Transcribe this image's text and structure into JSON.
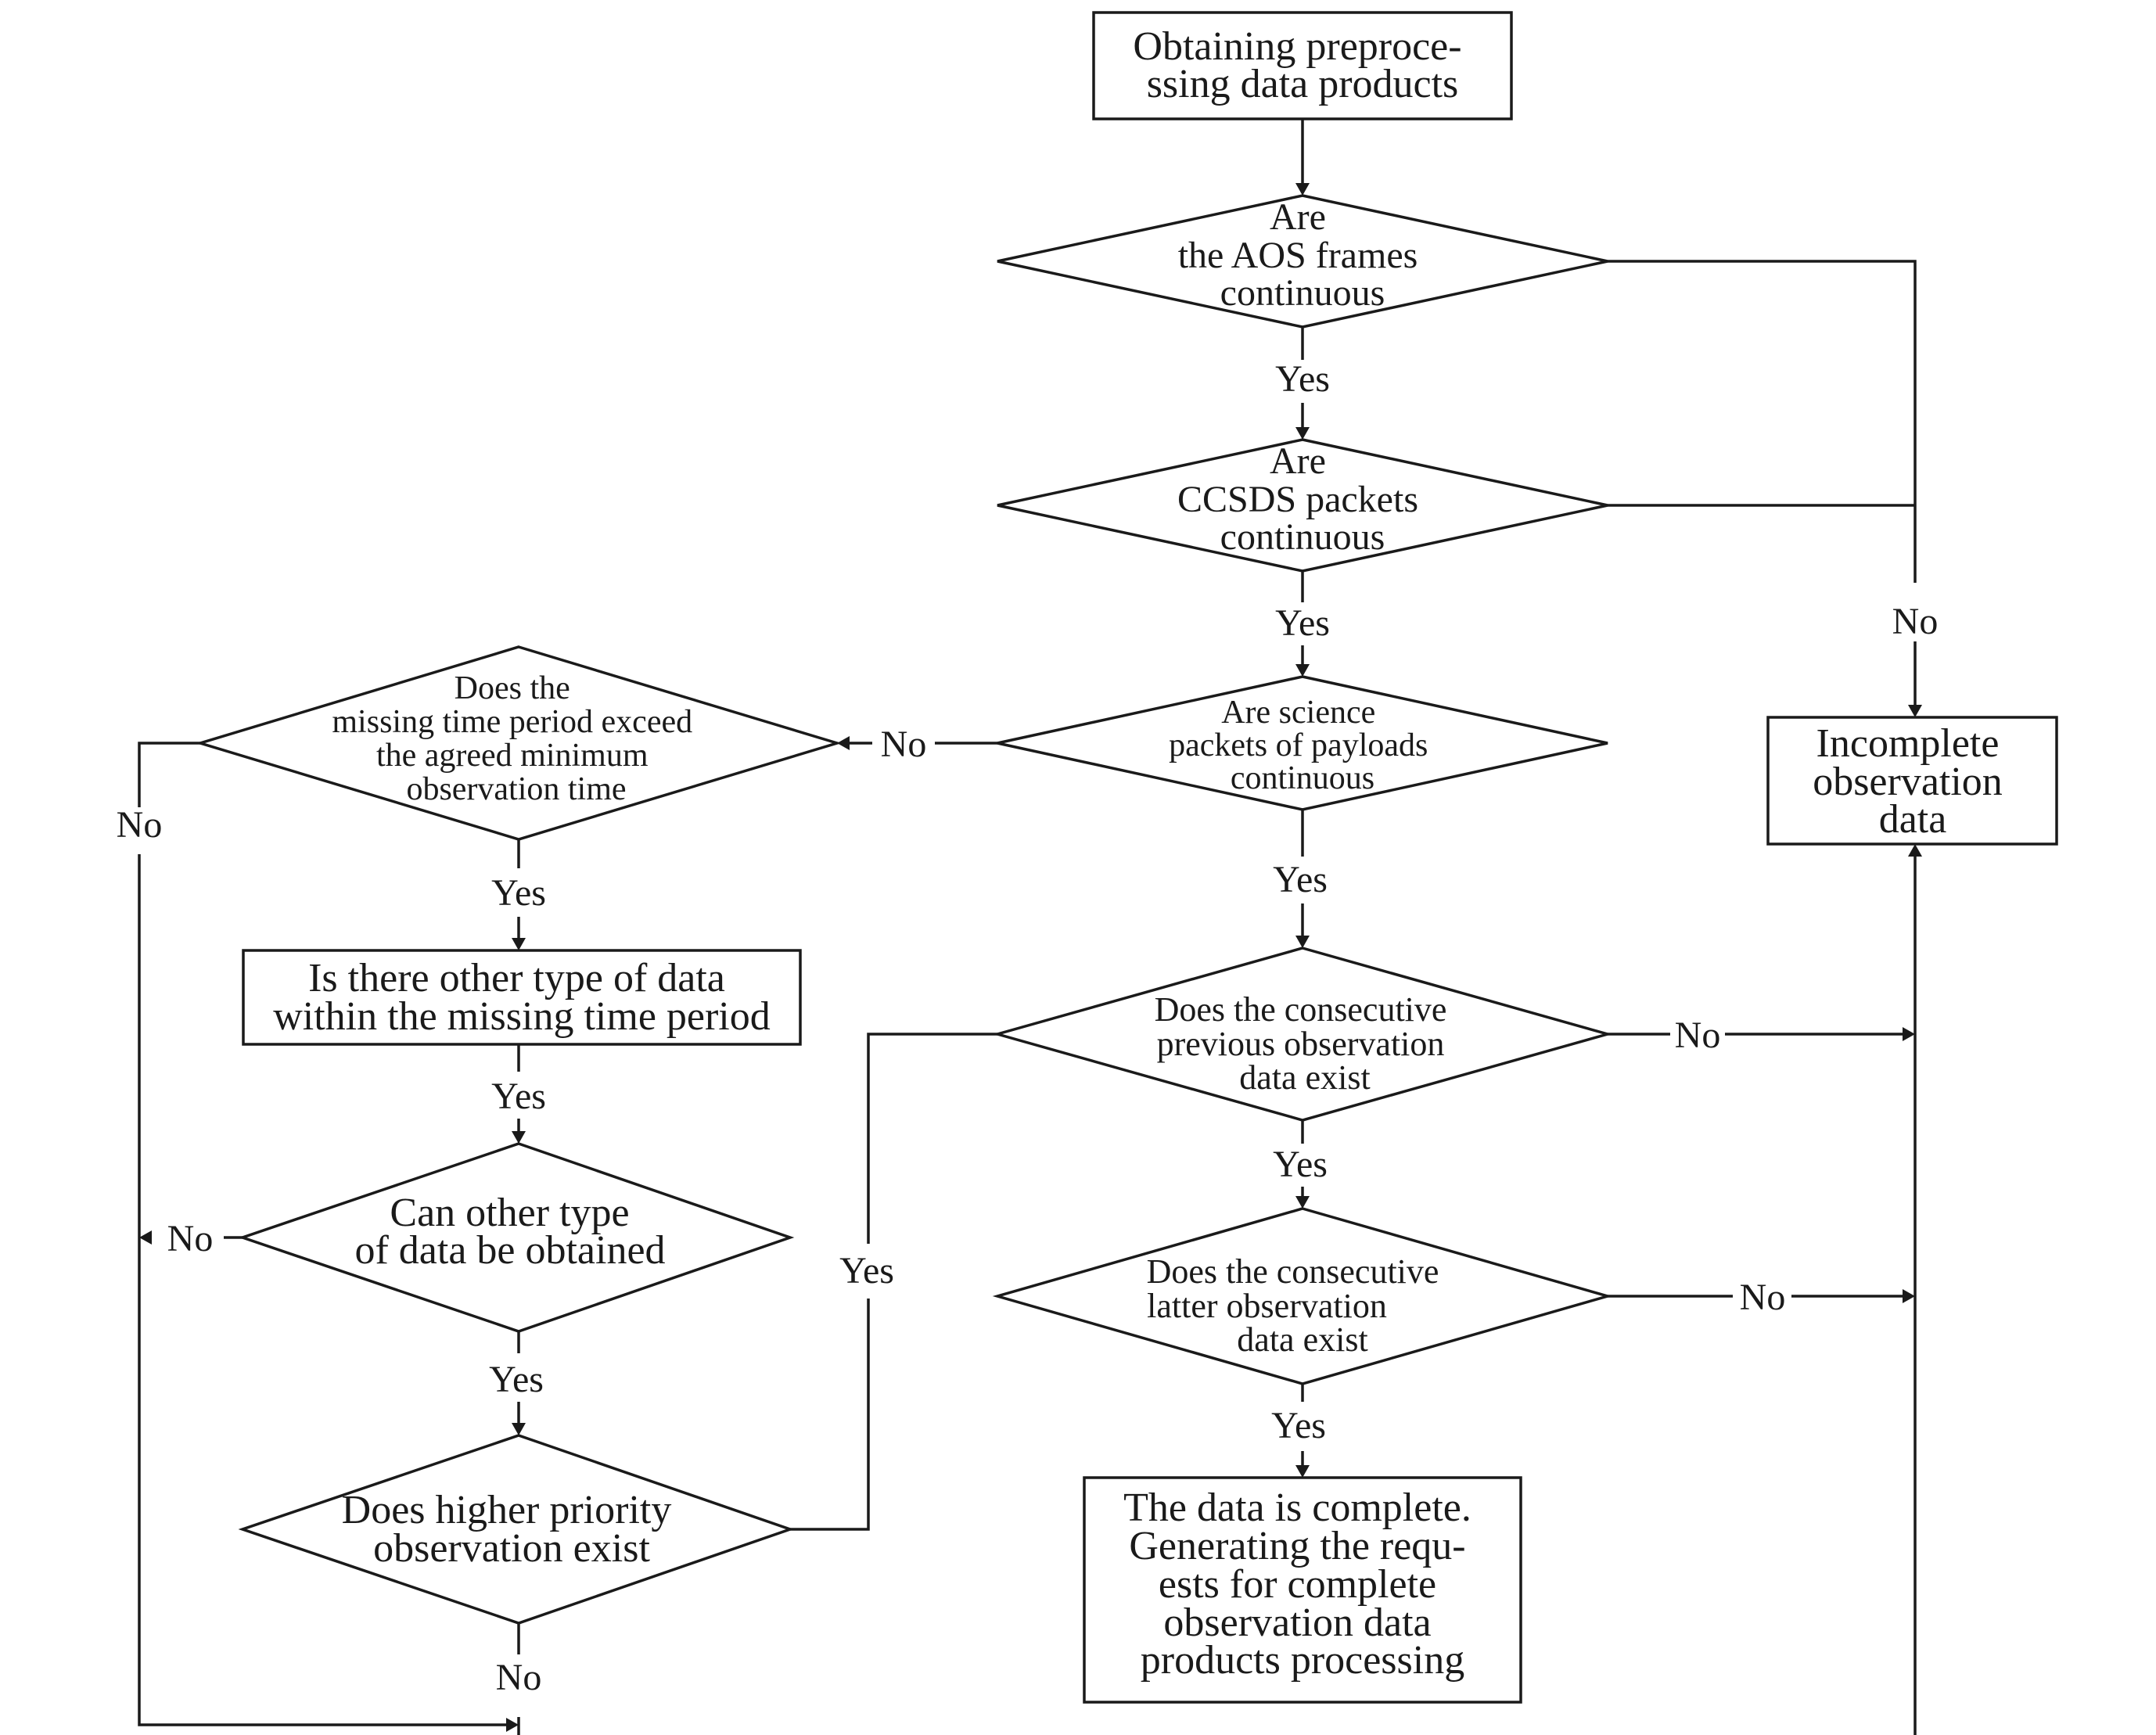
{
  "nodes": {
    "start": {
      "lines": [
        "Obtaining preproce-",
        "ssing data products"
      ]
    },
    "aos_check": {
      "lines": [
        "Are",
        "the AOS frames",
        "continuous"
      ]
    },
    "ccsds_check": {
      "lines": [
        "Are",
        "CCSDS packets",
        "continuous"
      ]
    },
    "science_check": {
      "lines": [
        "Are science",
        "packets of payloads",
        "continuous"
      ]
    },
    "incomplete": {
      "lines": [
        "Incomplete",
        "observation",
        "data"
      ]
    },
    "missing_time_check": {
      "lines": [
        "Does the",
        "missing time period exceed",
        "the agreed minimum",
        "observation time"
      ]
    },
    "other_data_box": {
      "lines": [
        "Is there other type of data",
        "within the missing time period"
      ]
    },
    "other_obtain_check": {
      "lines": [
        "Can other type",
        "of data be obtained"
      ]
    },
    "priority_check": {
      "lines": [
        "Does higher priority",
        "observation exist"
      ]
    },
    "previous_check": {
      "lines": [
        "Does the consecutive",
        "previous observation",
        "data exist"
      ]
    },
    "latter_check": {
      "lines": [
        "Does the consecutive",
        "latter observation",
        "data exist"
      ]
    },
    "complete": {
      "lines": [
        "The data is complete.",
        "Generating the requ-",
        "ests for complete",
        "observation data",
        "products processing"
      ]
    }
  },
  "edge_labels": {
    "yes": "Yes",
    "no": "No"
  }
}
